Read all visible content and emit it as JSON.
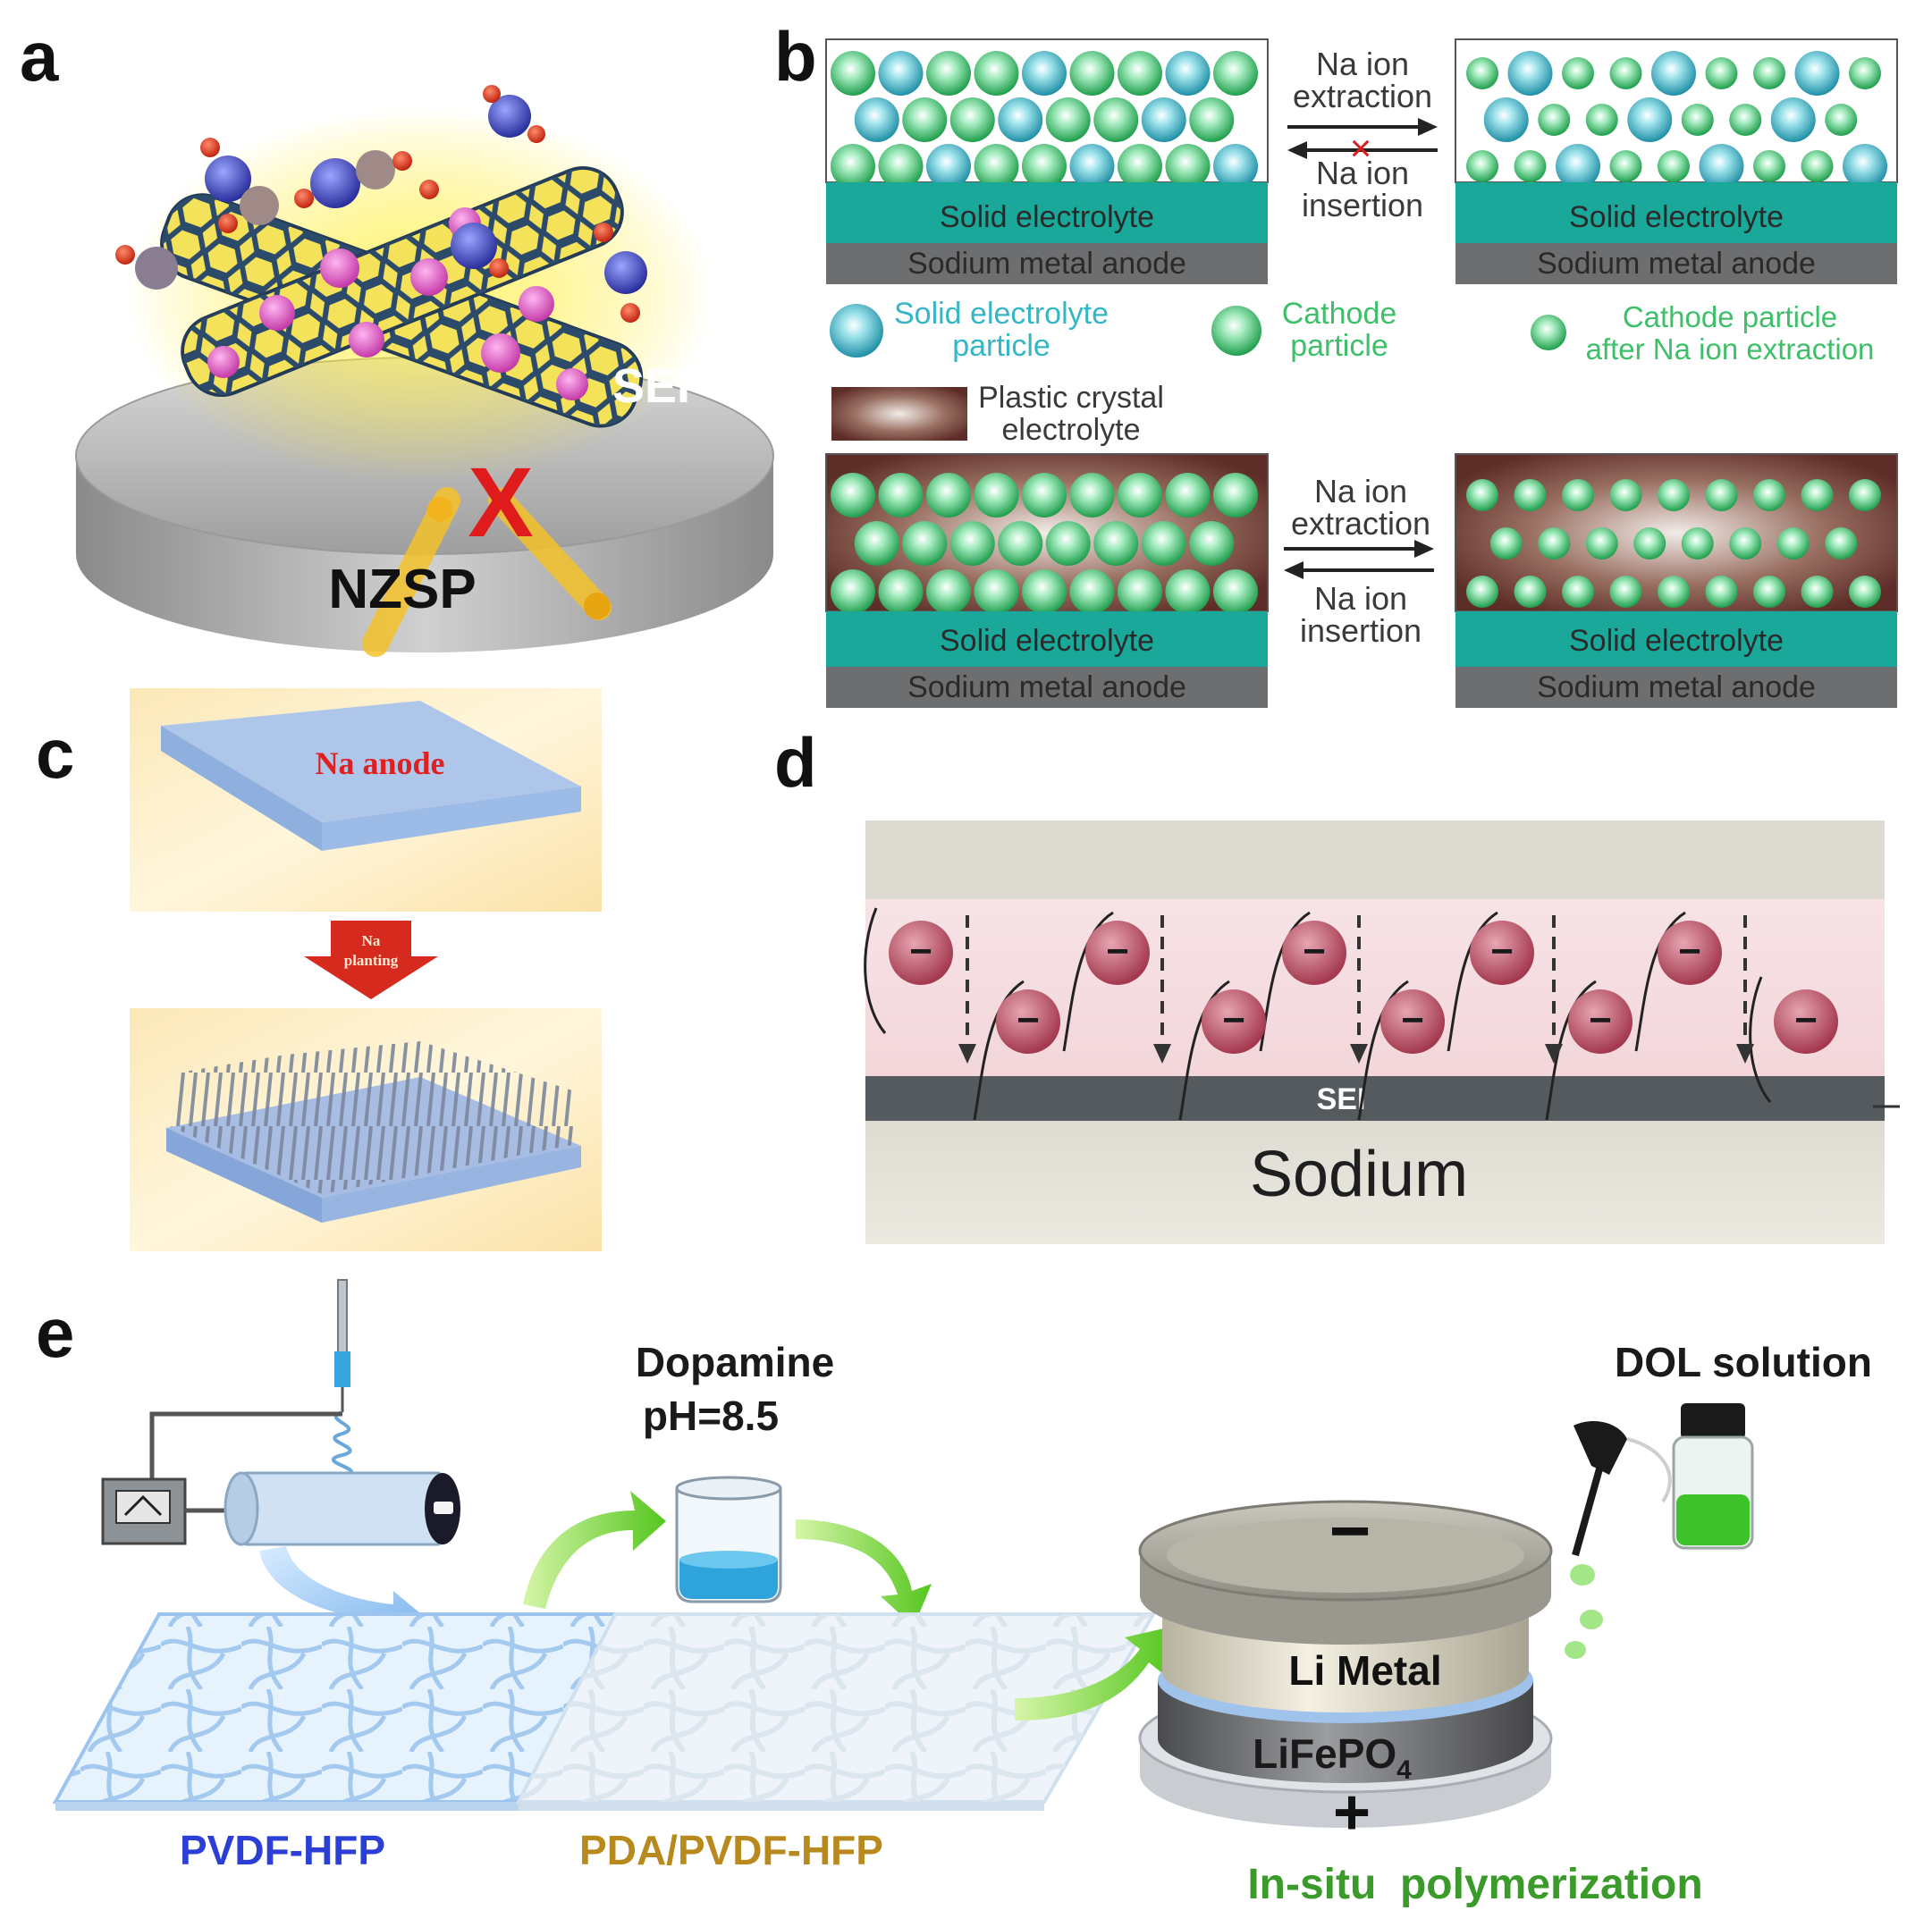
{
  "panels": {
    "a": {
      "letter": "a",
      "sei_label": "SEI",
      "base_label": "NZSP",
      "block_mark": "X"
    },
    "b": {
      "letter": "b",
      "top_arrow_upper": [
        "Na ion",
        "extraction"
      ],
      "top_arrow_lower": [
        "Na ion",
        "insertion"
      ],
      "blocked_mark": "×",
      "bottom_arrow_upper": [
        "Na ion",
        "extraction"
      ],
      "bottom_arrow_lower": [
        "Na ion",
        "insertion"
      ],
      "layer_electrolyte": "Solid electrolyte",
      "layer_anode": "Sodium metal anode",
      "legend": {
        "solid_particle": [
          "Solid electrolyte",
          "particle"
        ],
        "cathode_particle": [
          "Cathode",
          "particle"
        ],
        "cathode_after": [
          "Cathode particle",
          "after Na ion extraction"
        ],
        "plastic_crystal": [
          "Plastic crystal",
          "electrolyte"
        ]
      }
    },
    "c": {
      "letter": "c",
      "anode_label": "Na anode",
      "arrow_label": [
        "Na",
        "planting"
      ]
    },
    "d": {
      "letter": "d",
      "sei_label": "SEI",
      "sodium_label": "Sodium",
      "anion_symbol": "−"
    },
    "e": {
      "letter": "e",
      "dopamine_label": [
        "Dopamine",
        "pH=8.5"
      ],
      "dol_label": "DOL solution",
      "membrane1": "PVDF-HFP",
      "membrane2": "PDA/PVDF-HFP",
      "li_metal": "Li Metal",
      "lifepo4": "LiFePO",
      "lifepo4_sub": "4",
      "minus": "−",
      "plus": "+",
      "process": "In-situ  polymerization"
    }
  },
  "colors": {
    "teal_layer": "#1aa89a",
    "anode_gray": "#6d6e70",
    "cathode_green": "#3fbf6a",
    "electrolyte_cyan": "#35b6c6",
    "plastic_brown": "#6b3a33",
    "red_mark": "#e01b1b",
    "anion_red": "#b04a5c",
    "membrane_blue": "#2b3fd6",
    "pda_gold": "#b88a1e",
    "process_green": "#3a9a2a"
  }
}
